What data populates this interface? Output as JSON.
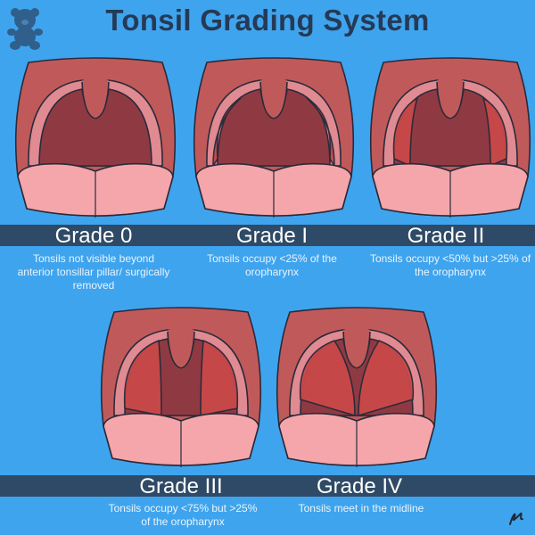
{
  "title": "Tonsil Grading System",
  "icons": {
    "logo": "teddy-bear-icon",
    "signature": "signature-icon"
  },
  "colors": {
    "background": "#3fa4ee",
    "title": "#253a56",
    "band": "#2f4a66",
    "palate": "#c05a5a",
    "throat": "#8f3a42",
    "pillar": "#e08a92",
    "tongue": "#f5a6ab",
    "tonsil": "#c94848",
    "outline": "#2a2a3a"
  },
  "grades": [
    {
      "label": "Grade 0",
      "description": "Tonsils not visible beyond anterior tonsillar pillar/ surgically removed"
    },
    {
      "label": "Grade I",
      "description": "Tonsils occupy <25% of the oropharynx"
    },
    {
      "label": "Grade II",
      "description": "Tonsils occupy <50% but >25% of the oropharynx"
    },
    {
      "label": "Grade III",
      "description": "Tonsils occupy <75% but >25% of the oropharynx"
    },
    {
      "label": "Grade IV",
      "description": "Tonsils meet in the midline"
    }
  ]
}
